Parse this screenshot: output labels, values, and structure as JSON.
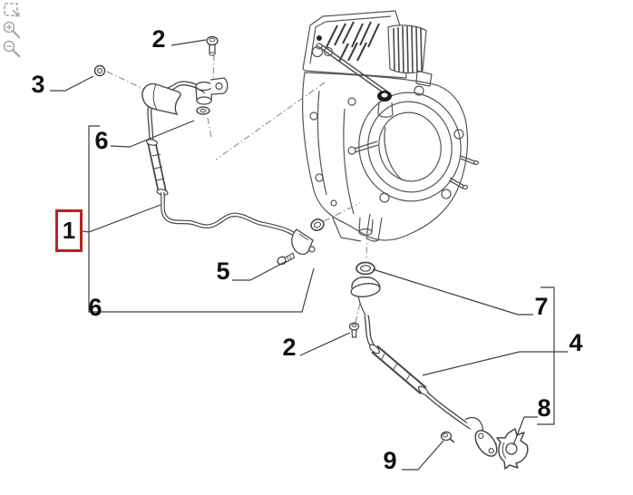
{
  "diagram": {
    "type": "exploded-parts-line-drawing",
    "callouts": {
      "part1": {
        "label": "1",
        "highlighted": true
      },
      "part2_top": {
        "label": "2"
      },
      "part3": {
        "label": "3"
      },
      "part6_top": {
        "label": "6"
      },
      "part6_bottom": {
        "label": "6"
      },
      "part5": {
        "label": "5"
      },
      "part2_bottom": {
        "label": "2"
      },
      "part7": {
        "label": "7"
      },
      "part4": {
        "label": "4"
      },
      "part8": {
        "label": "8"
      },
      "part9": {
        "label": "9"
      }
    },
    "colors": {
      "highlight_border": "#c21f1f",
      "drawing_line": "#474747",
      "leader_line": "#3f3f3f",
      "construction_line": "#8a8a8a",
      "toolbar_icon": "#ababab",
      "background": "#ffffff"
    }
  },
  "toolbar": {
    "icons": [
      {
        "name": "zoom-selection-icon"
      },
      {
        "name": "zoom-in-icon"
      },
      {
        "name": "zoom-out-icon"
      }
    ]
  }
}
